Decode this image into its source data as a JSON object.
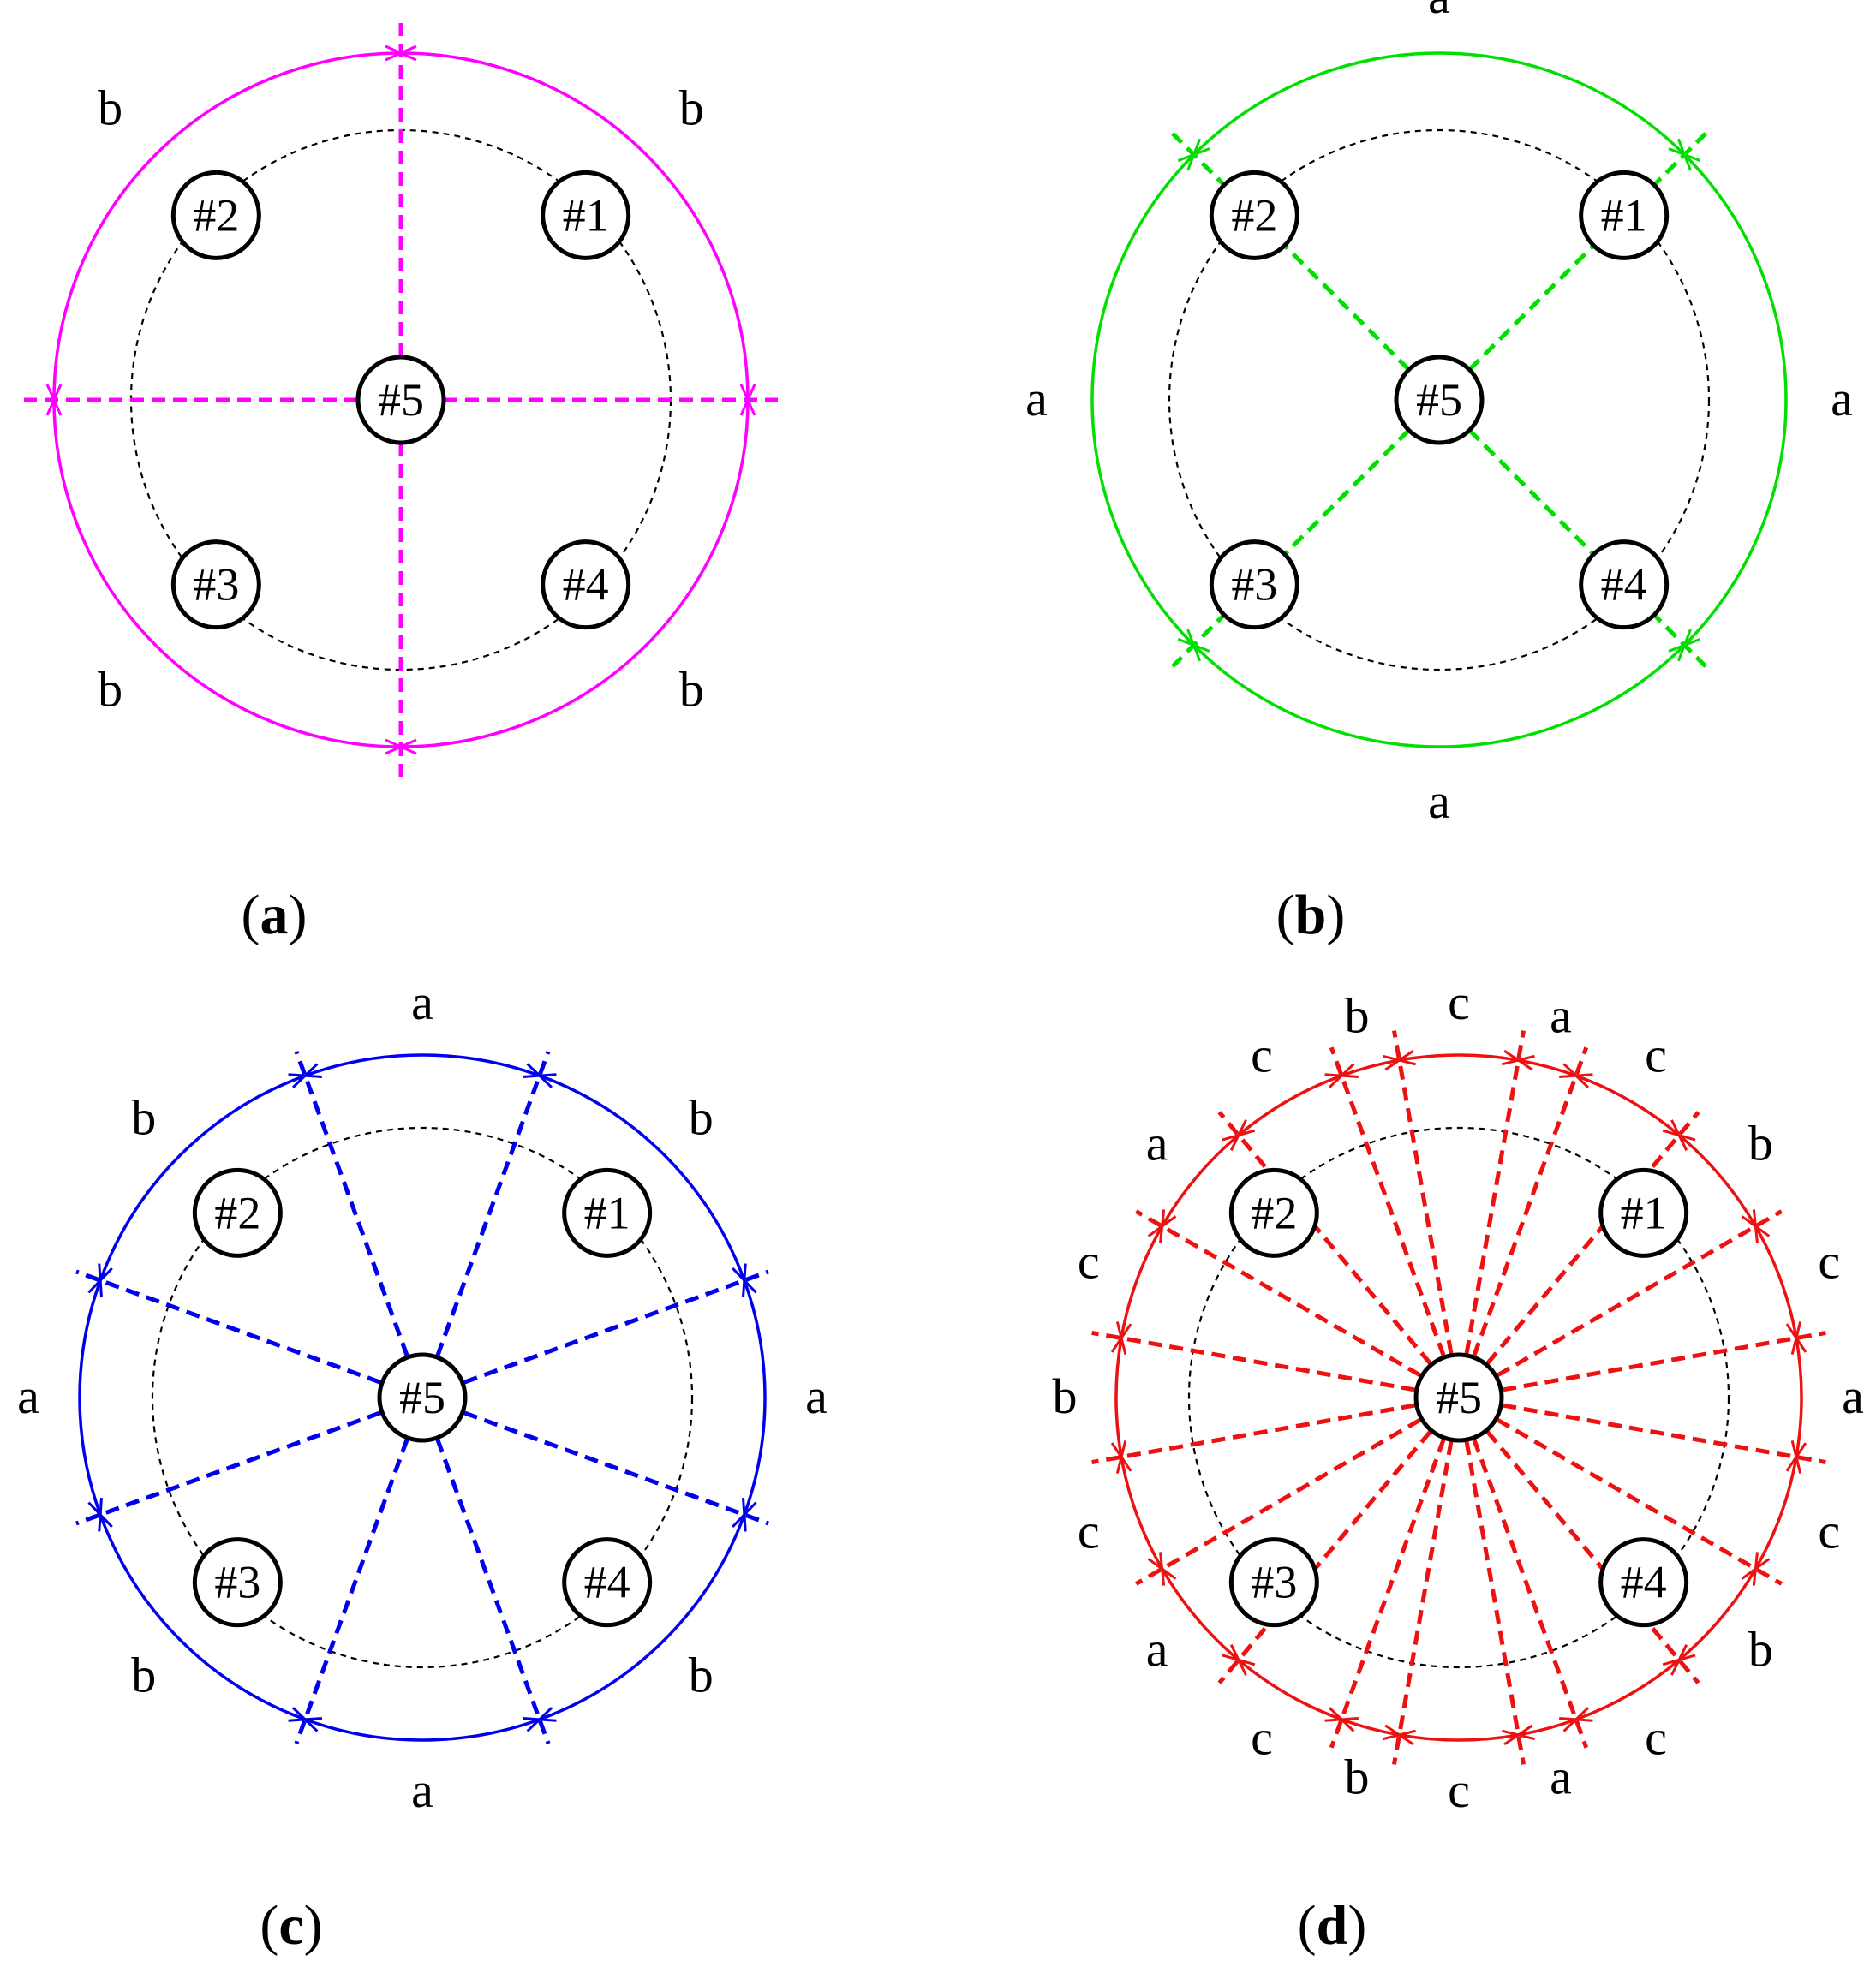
{
  "panels": [
    {
      "id": "a",
      "caption": "a",
      "color": "#ff00ff",
      "boundary_angles_deg": [
        0,
        90,
        180,
        270
      ],
      "segment_labels": [
        "b",
        "b",
        "b",
        "b"
      ],
      "nodes": [
        "#1",
        "#2",
        "#3",
        "#4",
        "#5"
      ]
    },
    {
      "id": "b",
      "caption": "b",
      "color": "#00e000",
      "boundary_angles_deg": [
        45,
        135,
        225,
        315
      ],
      "segment_labels": [
        "a",
        "a",
        "a",
        "a"
      ],
      "nodes": [
        "#1",
        "#2",
        "#3",
        "#4",
        "#5"
      ]
    },
    {
      "id": "c",
      "caption": "c",
      "color": "#0000ee",
      "boundary_angles_deg": [
        20,
        70,
        110,
        160,
        200,
        250,
        290,
        340
      ],
      "segment_labels": [
        "b",
        "a",
        "b",
        "a",
        "b",
        "a",
        "b",
        "a"
      ],
      "nodes": [
        "#1",
        "#2",
        "#3",
        "#4",
        "#5"
      ]
    },
    {
      "id": "d",
      "caption": "d",
      "color": "#ee1111",
      "boundary_angles_deg": [
        10,
        30,
        50,
        70,
        80,
        100,
        110,
        130,
        150,
        170,
        190,
        210,
        230,
        250,
        260,
        280,
        290,
        310,
        330,
        350
      ],
      "segment_labels": [
        "c",
        "b",
        "c",
        "a",
        "c",
        "b",
        "c",
        "a",
        "c",
        "b",
        "c",
        "a",
        "c",
        "b",
        "c",
        "a",
        "c",
        "b",
        "c",
        "a"
      ],
      "nodes": [
        "#1",
        "#2",
        "#3",
        "#4",
        "#5"
      ]
    }
  ]
}
